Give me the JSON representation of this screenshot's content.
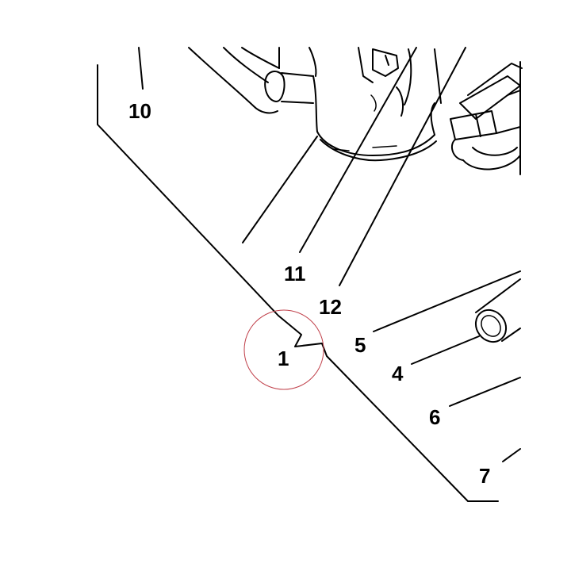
{
  "diagram": {
    "labels": {
      "l10": "10",
      "l11": "11",
      "l12": "12",
      "l1": "1",
      "l5": "5",
      "l4": "4",
      "l6": "6",
      "l7": "7"
    },
    "colors": {
      "ink": "#000000",
      "highlight_circle": "#c0404a",
      "background": "#ffffff"
    }
  }
}
